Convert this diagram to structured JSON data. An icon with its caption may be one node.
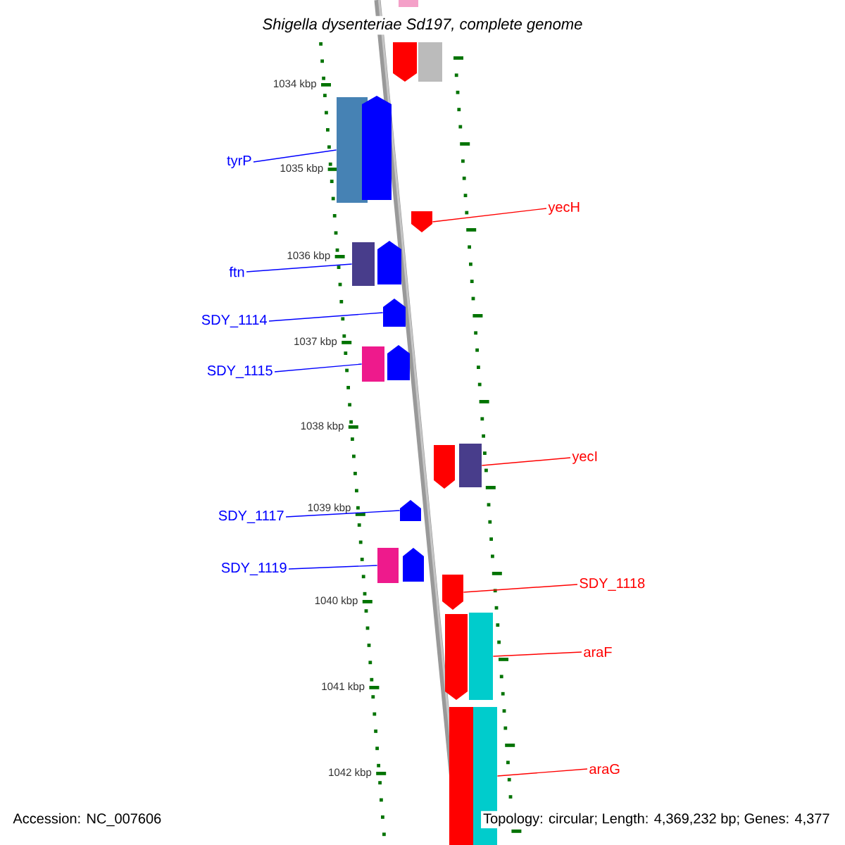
{
  "diagram": {
    "title": "Shigella dysenteriae Sd197, complete genome",
    "nodes": [
      {
        "text": [
          "tyrP"
        ]
      },
      {
        "text": [
          "yecH"
        ]
      },
      {
        "text": [
          "ftn"
        ]
      },
      {
        "text": [
          "SDY_1114"
        ]
      },
      {
        "text": [
          "SDY_1115"
        ]
      },
      {
        "text": [
          "yecI"
        ]
      },
      {
        "text": [
          "SDY_1117"
        ]
      },
      {
        "text": [
          "SDY_1119"
        ]
      },
      {
        "text": [
          "SDY_1118"
        ]
      },
      {
        "text": [
          "araF"
        ]
      },
      {
        "text": [
          "araG"
        ]
      },
      {
        "text": [],
        "shape": "box"
      },
      {
        "text": [],
        "shape": "pentagon"
      },
      {
        "text": [],
        "shape": "box"
      },
      {
        "text": [],
        "shape": "pentagon"
      },
      {
        "text": [],
        "shape": "box"
      },
      {
        "text": [],
        "shape": "box"
      },
      {
        "text": [],
        "shape": "pentagon"
      },
      {
        "text": [],
        "shape": "box"
      },
      {
        "text": [],
        "shape": "pentagon"
      },
      {
        "text": [],
        "shape": "box"
      },
      {
        "text": [],
        "shape": "box"
      },
      {
        "text": [],
        "shape": "box"
      },
      {
        "text": [],
        "shape": "pentagon"
      },
      {
        "text": [],
        "shape": "box"
      },
      {
        "text": [],
        "shape": "pentagon"
      },
      {
        "text": [],
        "shape": "pentagon"
      },
      {
        "text": [],
        "shape": "pentagon"
      },
      {
        "text": [],
        "shape": "pentagon"
      },
      {
        "text": [],
        "shape": "pentagon"
      },
      {
        "text": [],
        "shape": "pentagon"
      },
      {
        "text": [],
        "shape": "box"
      }
    ],
    "edges": [
      {
        "from": 0,
        "to": 11,
        "arrow": "none"
      },
      {
        "from": 1,
        "to": 12,
        "arrow": "none",
        "color": "#ff0000"
      },
      {
        "from": 2,
        "to": 13,
        "arrow": "none"
      },
      {
        "from": 3,
        "to": 14,
        "arrow": "none"
      },
      {
        "from": 4,
        "to": 15,
        "arrow": "none"
      },
      {
        "from": 5,
        "to": 16,
        "arrow": "none",
        "color": "#ff0000"
      },
      {
        "from": 6,
        "to": 17,
        "arrow": "none"
      },
      {
        "from": 7,
        "to": 18,
        "arrow": "none"
      },
      {
        "from": 8,
        "to": 19,
        "arrow": "none",
        "color": "#ff0000"
      },
      {
        "from": 9,
        "to": 20,
        "arrow": "none",
        "color": "#ff0000"
      },
      {
        "from": 10,
        "to": 21,
        "arrow": "none",
        "color": "#ff0000"
      }
    ],
    "labels": [
      "1034 kbp",
      "1035 kbp",
      "1036 kbp",
      "1037 kbp",
      "1038 kbp",
      "1039 kbp",
      "1040 kbp",
      "1041 kbp",
      "1042 kbp",
      "Accession: NC_007606",
      "Topology: circular; Length: 4,369,232 bp; Genes: 4,377"
    ]
  }
}
